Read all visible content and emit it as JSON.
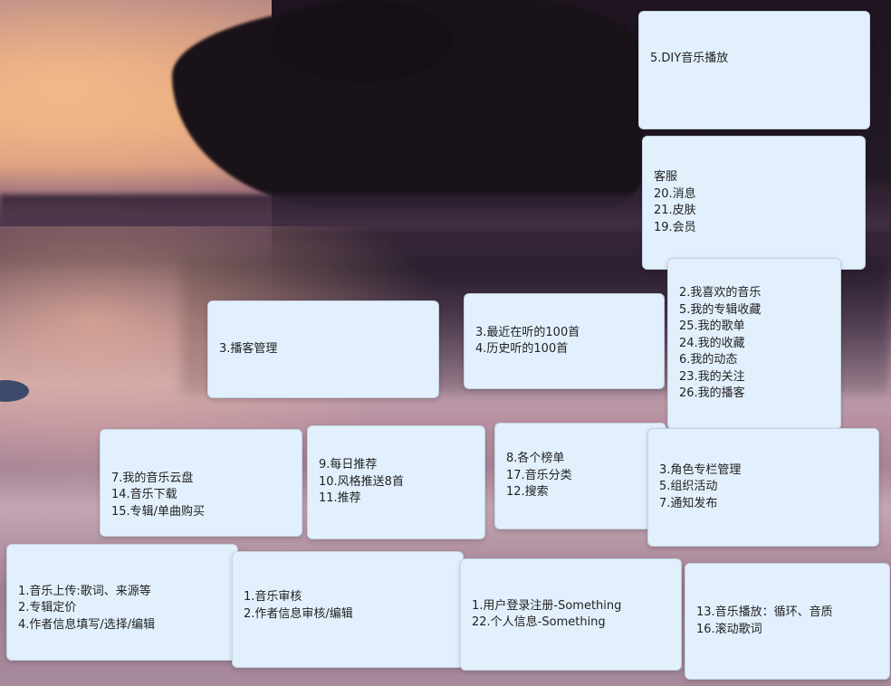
{
  "cards": [
    {
      "id": "diy-music-play",
      "lines": [
        "5.DIY音乐播放"
      ]
    },
    {
      "id": "service-message-skin-vip",
      "lines": [
        "客服",
        "20.消息",
        "21.皮肤",
        "19.会员"
      ]
    },
    {
      "id": "my-favorites",
      "lines": [
        "2.我喜欢的音乐",
        "5.我的专辑收藏",
        "25.我的歌单",
        "24.我的收藏",
        "6.我的动态",
        "23.我的关注",
        "26.我的播客"
      ]
    },
    {
      "id": "podcast-management",
      "lines": [
        "3.播客管理"
      ]
    },
    {
      "id": "recent-history",
      "lines": [
        "3.最近在听的100首",
        "4.历史听的100首"
      ]
    },
    {
      "id": "music-cloud-download",
      "lines": [
        "7.我的音乐云盘",
        "14.音乐下载",
        "15.专辑/单曲购买"
      ]
    },
    {
      "id": "daily-recommend",
      "lines": [
        "9.每日推荐",
        "10.风格推送8首",
        "11.推荐"
      ]
    },
    {
      "id": "charts-categories-search",
      "lines": [
        "8.各个榜单",
        "17.音乐分类",
        "12.搜索"
      ]
    },
    {
      "id": "role-column-management",
      "lines": [
        "3.角色专栏管理",
        "5.组织活动",
        "7.通知发布"
      ]
    },
    {
      "id": "music-upload",
      "lines": [
        "1.音乐上传:歌词、来源等",
        "2.专辑定价",
        "4.作者信息填写/选择/编辑"
      ]
    },
    {
      "id": "music-review",
      "lines": [
        "1.音乐审核",
        "2.作者信息审核/编辑"
      ]
    },
    {
      "id": "user-login",
      "lines": [
        "1.用户登录注册-Something",
        "22.个人信息-Something"
      ]
    },
    {
      "id": "music-playback",
      "lines": [
        "13.音乐播放：循环、音质",
        "16.滚动歌词"
      ]
    }
  ]
}
